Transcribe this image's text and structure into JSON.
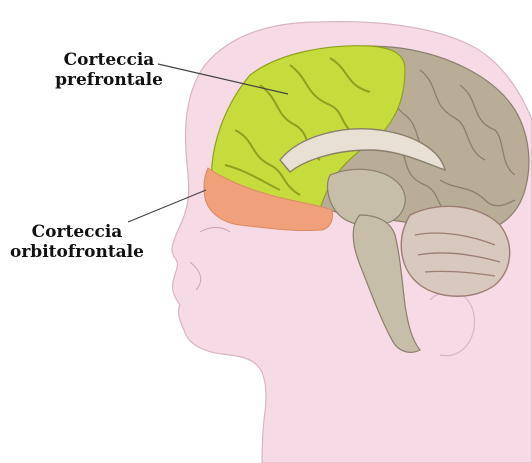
{
  "labels": {
    "prefrontal_line1": "Corteccia",
    "prefrontal_line2": "prefrontale",
    "orbitofrontal_line1": "Corteccia",
    "orbitofrontal_line2": "orbitofrontale"
  },
  "colors": {
    "skin": "#f6dbe6",
    "skin_outline": "#d9b4c2",
    "prefrontal": "#c6dc3c",
    "prefrontal_dark": "#8ea11e",
    "orbitofrontal": "#f0a07a",
    "cortex": "#b9ad98",
    "cortex_dark": "#8a7f6c",
    "cerebellum": "#d9c8bd",
    "brainstem": "#c7bea9",
    "leader_line": "#444444"
  }
}
